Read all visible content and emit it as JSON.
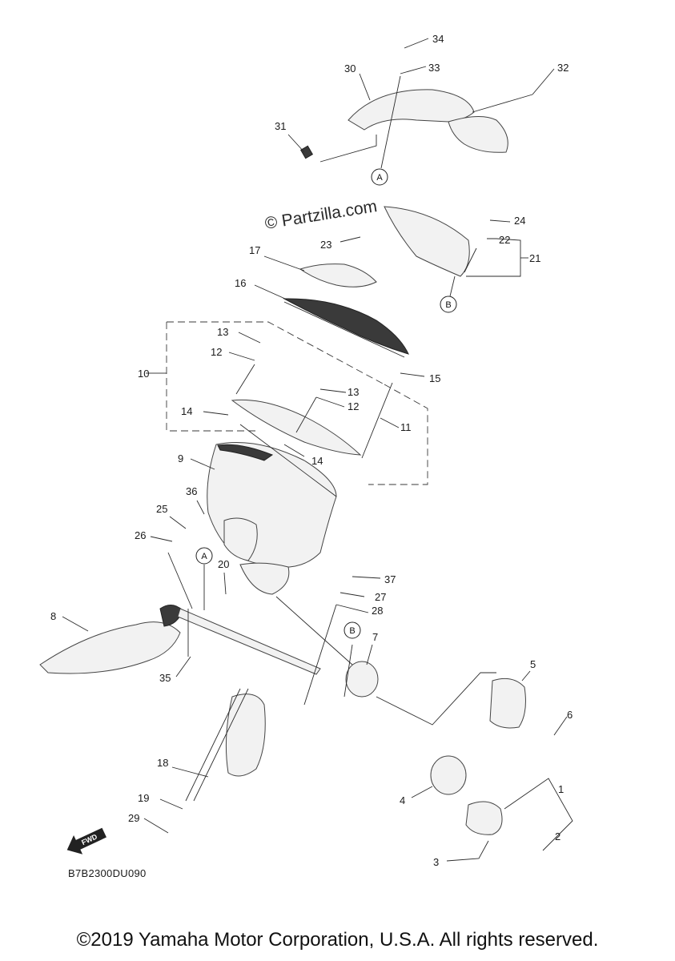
{
  "watermark": "© Partzilla.com",
  "diagram_code": "B7B2300DU090",
  "copyright": "©2019 Yamaha Motor Corporation, U.S.A. All rights reserved.",
  "fwd_label": "FWD",
  "circle_refs": {
    "A_top": "A",
    "B_top": "B",
    "A_bottom": "A",
    "B_bottom": "B"
  },
  "callouts": {
    "c1": "1",
    "c2": "2",
    "c3": "3",
    "c4": "4",
    "c5": "5",
    "c6": "6",
    "c7": "7",
    "c8": "8",
    "c9": "9",
    "c10": "10",
    "c11": "11",
    "c12a": "12",
    "c12b": "12",
    "c13a": "13",
    "c13b": "13",
    "c14a": "14",
    "c14b": "14",
    "c15": "15",
    "c16": "16",
    "c17": "17",
    "c18": "18",
    "c19": "19",
    "c20": "20",
    "c21": "21",
    "c22": "22",
    "c23": "23",
    "c24": "24",
    "c25": "25",
    "c26": "26",
    "c27": "27",
    "c28": "28",
    "c29": "29",
    "c30": "30",
    "c31": "31",
    "c32": "32",
    "c33": "33",
    "c34": "34",
    "c35": "35",
    "c36": "36",
    "c37": "37"
  }
}
